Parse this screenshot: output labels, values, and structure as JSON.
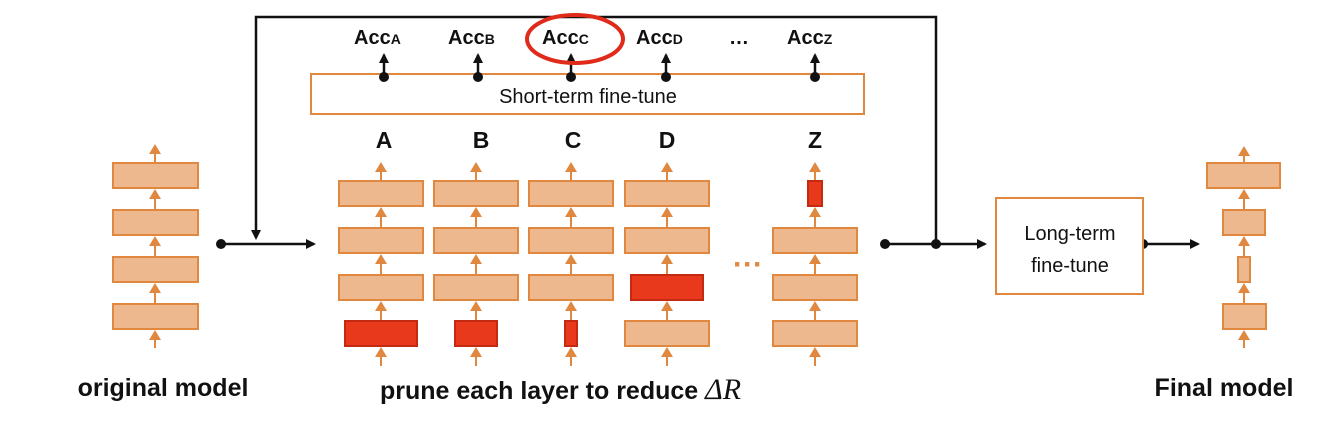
{
  "colors": {
    "layer_fill": "#eeb88e",
    "layer_stroke": "#e08840",
    "pruned_fill": "#e8391d",
    "pruned_stroke": "#c42a12",
    "highlight_circle": "#e02a1a",
    "line": "#111111"
  },
  "accuracies": [
    {
      "base": "Acc",
      "sub": "A"
    },
    {
      "base": "Acc",
      "sub": "B"
    },
    {
      "base": "Acc",
      "sub": "C"
    },
    {
      "base": "Acc",
      "sub": "D"
    },
    {
      "base": "…",
      "sub": ""
    },
    {
      "base": "Acc",
      "sub": "Z"
    }
  ],
  "short_term_label": "Short-term fine-tune",
  "columns": [
    "A",
    "B",
    "C",
    "D",
    "Z"
  ],
  "column_ellipsis": "···",
  "long_term_label": [
    "Long-term",
    "fine-tune"
  ],
  "captions": {
    "original": "original model",
    "prune": "prune each layer to reduce ",
    "prune_math": "ΔR",
    "final": "Final model"
  }
}
